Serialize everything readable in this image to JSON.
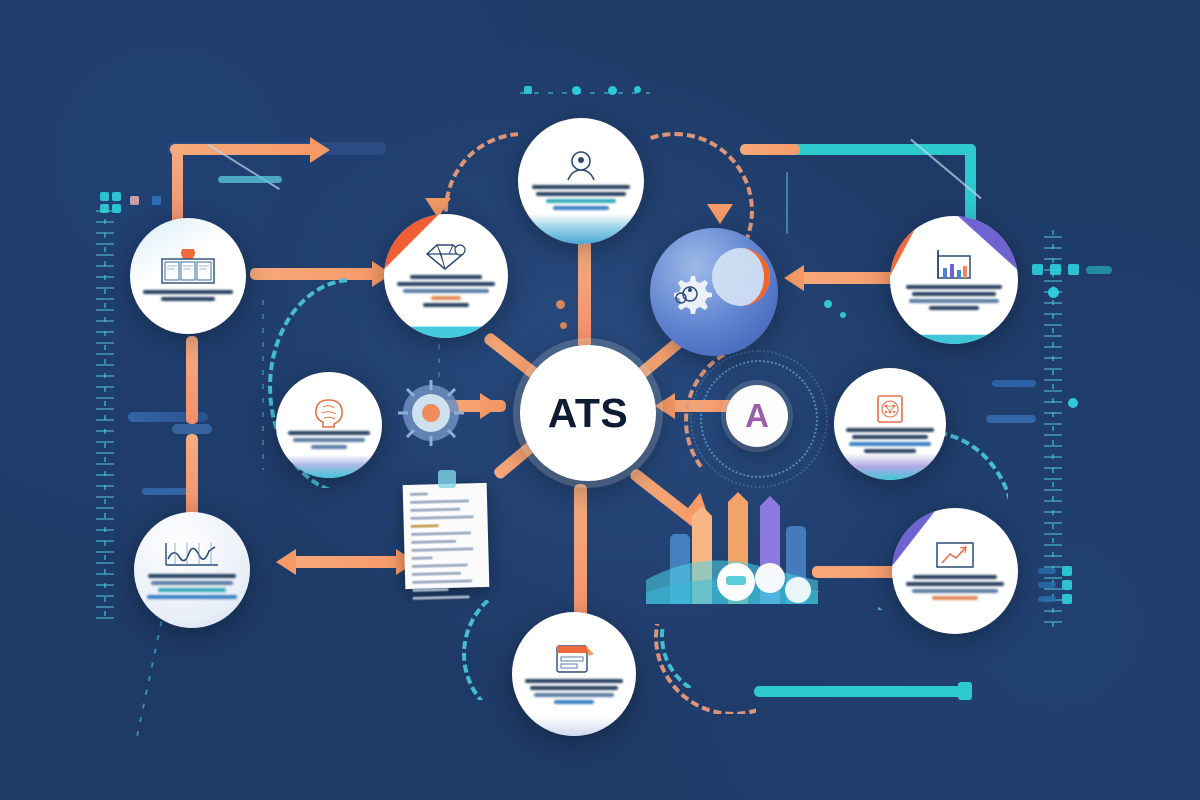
{
  "meta": {
    "title": "ATS Ecosystem Diagram",
    "background_color": "#1e3a66",
    "accent_orange": "#f59a66",
    "accent_teal": "#2ec9cf",
    "accent_purple": "#7b6fd4",
    "node_fill": "#ffffff"
  },
  "hub": {
    "label": "ATS",
    "icon": "hub-circle-icon"
  },
  "secondary_hub": {
    "label": "A",
    "icon": "letter-a-badge-icon",
    "color": "#9a5fa8"
  },
  "nodes": [
    {
      "id": "resume-parsing",
      "icon": "columns-document-icon",
      "position": "top-left",
      "accent": "#f06a3c",
      "caption_lines": [
        "blurred-caption-line-1",
        "blurred-caption-line-2"
      ]
    },
    {
      "id": "keyword-matching",
      "icon": "gem-diamond-icon",
      "position": "upper-left",
      "accent": "#ef5f35",
      "caption_lines": [
        "blurred-caption-line-1",
        "blurred-caption-line-2",
        "blurred-caption-line-3",
        "blurred-caption-line-4"
      ]
    },
    {
      "id": "candidate-profile",
      "icon": "person-badge-icon",
      "position": "top-center",
      "accent": "#4aa7d6",
      "caption_lines": [
        "blurred-caption-line-1",
        "blurred-caption-line-2",
        "blurred-caption-line-3",
        "blurred-caption-line-4"
      ]
    },
    {
      "id": "automation-engine",
      "icon": "gear-sphere-icon",
      "position": "upper-right",
      "accent": "#f4632c",
      "caption_lines": []
    },
    {
      "id": "company-analytics",
      "icon": "building-chart-icon",
      "position": "top-right",
      "accent": "#6f63d2",
      "caption_lines": [
        "blurred-caption-line-1",
        "blurred-caption-line-2",
        "blurred-caption-line-3",
        "blurred-caption-line-4"
      ]
    },
    {
      "id": "ai-screening",
      "icon": "brain-head-icon",
      "position": "middle-left",
      "accent": "#e2714a",
      "caption_lines": [
        "blurred-caption-line-1",
        "blurred-caption-line-2",
        "blurred-caption-line-3"
      ]
    },
    {
      "id": "neural-document",
      "icon": "document-network-icon",
      "position": "middle-right",
      "accent": "#e2714a",
      "caption_lines": [
        "blurred-caption-line-1",
        "blurred-caption-line-2",
        "blurred-caption-line-3",
        "blurred-caption-line-4"
      ]
    },
    {
      "id": "performance-trend",
      "icon": "wave-line-chart-icon",
      "position": "bottom-left",
      "accent": "#3f6ea8",
      "caption_lines": [
        "blurred-caption-line-1",
        "blurred-caption-line-2",
        "blurred-caption-line-3",
        "blurred-caption-line-4"
      ]
    },
    {
      "id": "application-form",
      "icon": "form-card-icon",
      "position": "bottom-center",
      "accent": "#ef6a3a",
      "caption_lines": [
        "blurred-caption-line-1",
        "blurred-caption-line-2",
        "blurred-caption-line-3",
        "blurred-caption-line-4"
      ]
    },
    {
      "id": "reporting-dashboard",
      "icon": "presentation-chart-icon",
      "position": "bottom-right",
      "accent": "#6f63d2",
      "caption_lines": [
        "blurred-caption-line-1",
        "blurred-caption-line-2",
        "blurred-caption-line-3",
        "blurred-caption-line-4"
      ]
    }
  ],
  "illustrations": [
    {
      "id": "resume-page",
      "icon": "resume-document-icon",
      "position": "center-left-below"
    },
    {
      "id": "metrics-bars",
      "icon": "bar-chart-illustration-icon",
      "position": "center-right-below",
      "bars": [
        {
          "color": "#f7b583",
          "height": 92
        },
        {
          "color": "#f2a36a",
          "height": 110
        },
        {
          "color": "#8e7ade",
          "height": 100
        },
        {
          "color": "#4a86c9",
          "height": 62
        },
        {
          "color": "#3f77bd",
          "height": 54
        }
      ]
    }
  ],
  "connectors": [
    {
      "id": "top-left-bracket",
      "color": "#f59a66",
      "direction": "right"
    },
    {
      "id": "top-right-bracket",
      "color": "#2ec9cf",
      "direction": "corner"
    },
    {
      "id": "hub-in-top",
      "color": "#f59a66",
      "direction": "down"
    },
    {
      "id": "hub-in-left",
      "color": "#f59a66",
      "direction": "right"
    },
    {
      "id": "hub-in-right",
      "color": "#f59a66",
      "direction": "left"
    },
    {
      "id": "hub-out-bottom",
      "color": "#f59a66",
      "direction": "down"
    },
    {
      "id": "bottom-teal-rail",
      "color": "#2ec9cf",
      "direction": "horizontal"
    },
    {
      "id": "dashed-arc-left",
      "color": "#e79a7a",
      "direction": "arc"
    },
    {
      "id": "dashed-arc-right",
      "color": "#e79a7a",
      "direction": "arc"
    }
  ]
}
